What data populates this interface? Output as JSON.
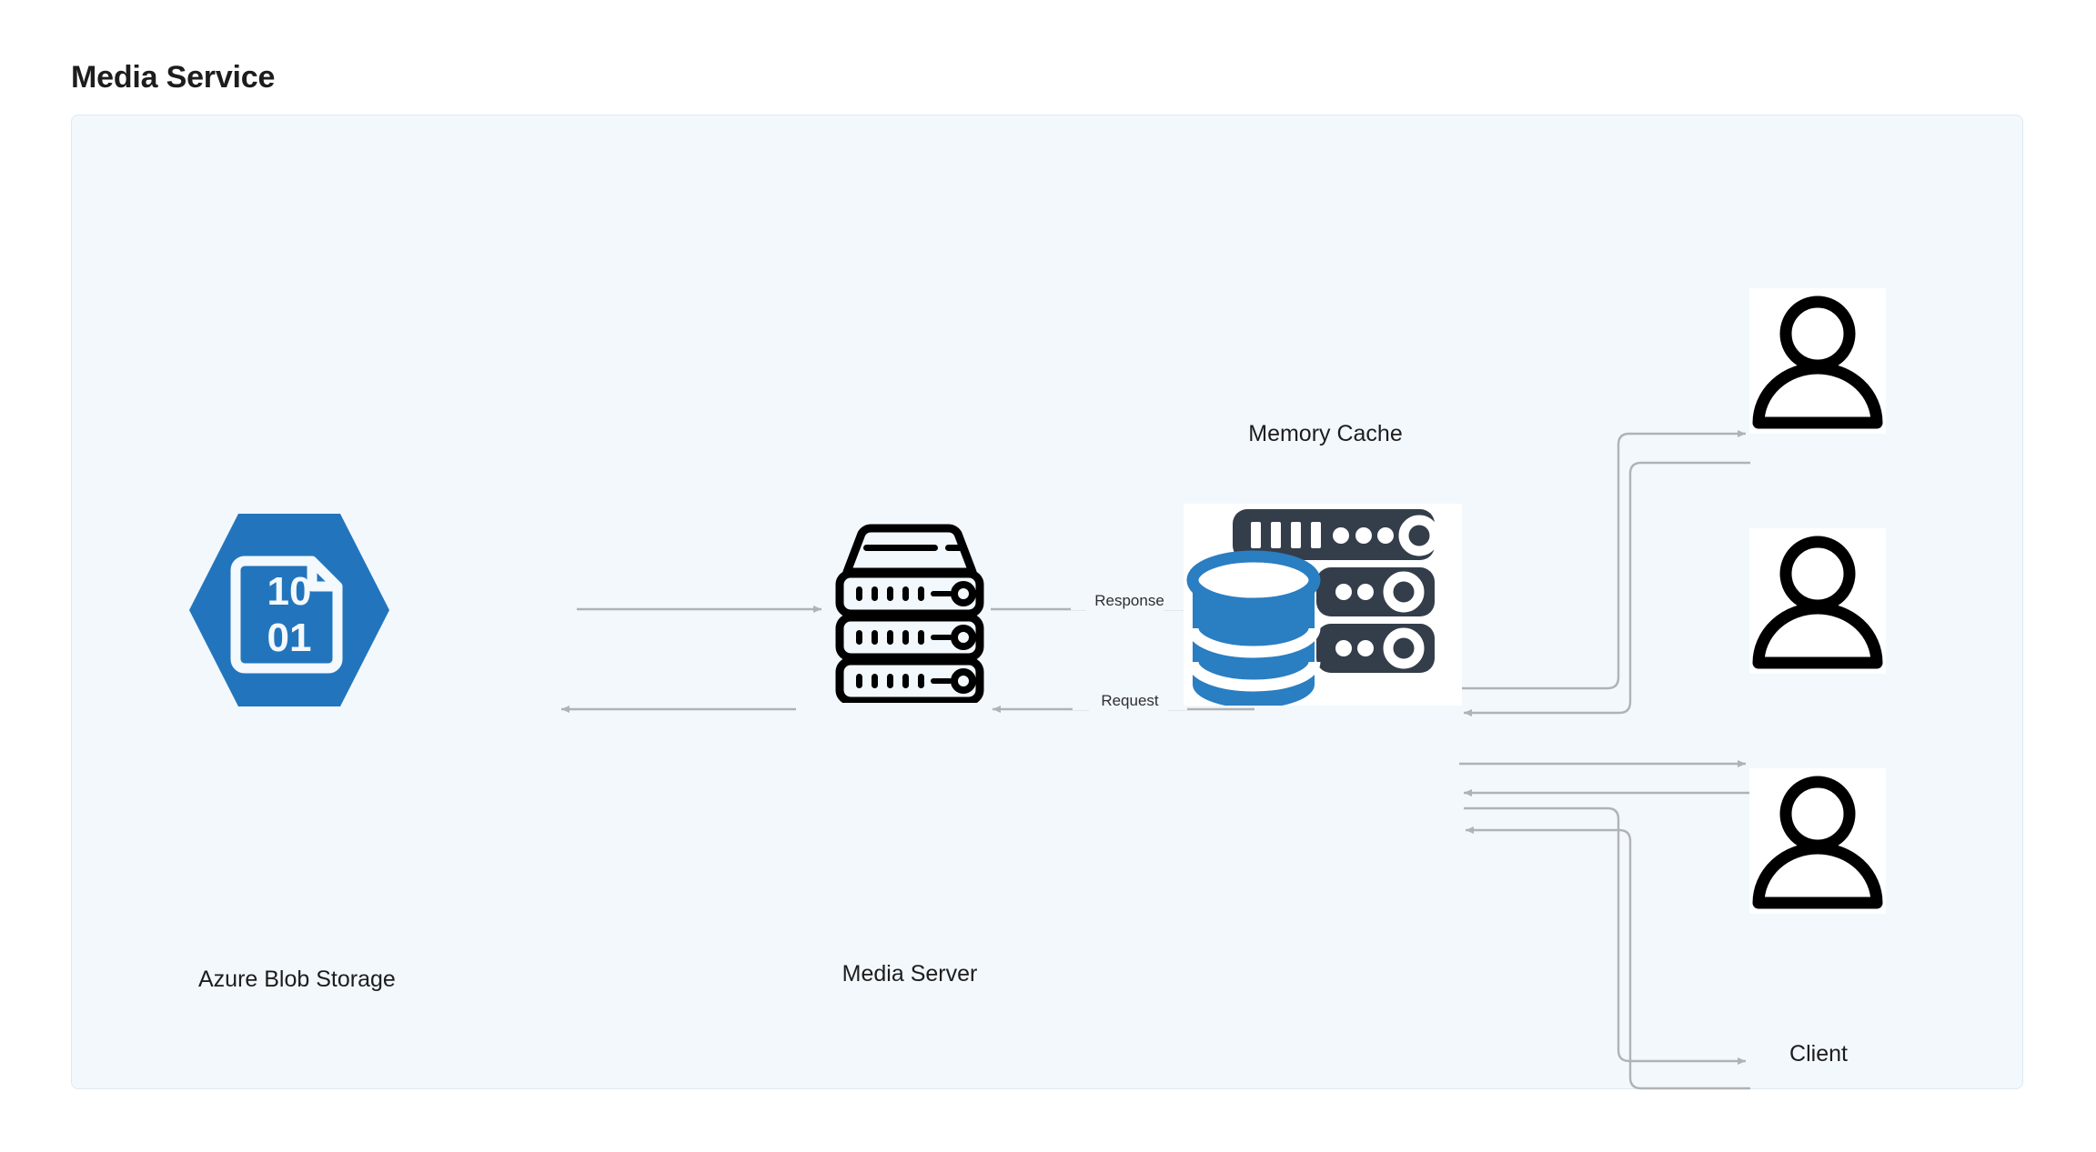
{
  "page": {
    "title": "Media Service",
    "background": "#ffffff"
  },
  "panel": {
    "background": "#f2f8fc",
    "border_color": "#dceaf5"
  },
  "colors": {
    "azure_blue": "#2275bd",
    "cache_blue": "#2a7ec2",
    "cache_dark": "#343d4a",
    "connector_gray": "#b0b3b6",
    "icon_black": "#000000",
    "text": "#1d1d1f"
  },
  "nodes": [
    {
      "id": "azure-blob-storage",
      "label": "Azure Blob Storage",
      "icon": "azure-blob-storage-icon"
    },
    {
      "id": "media-server",
      "label": "Media Server",
      "icon": "server-rack-icon"
    },
    {
      "id": "memory-cache",
      "label": "Memory Cache",
      "icon": "database-cache-icon"
    },
    {
      "id": "client",
      "label": "Client",
      "icon": "user-person-icon"
    }
  ],
  "clients": [
    {
      "id": "client-1",
      "icon": "user-person-icon"
    },
    {
      "id": "client-2",
      "icon": "user-person-icon"
    },
    {
      "id": "client-3",
      "icon": "user-person-icon"
    }
  ],
  "edges": [
    {
      "id": "blob-to-server",
      "from": "azure-blob-storage",
      "to": "media-server",
      "label": "",
      "direction": "right"
    },
    {
      "id": "server-to-blob",
      "from": "media-server",
      "to": "azure-blob-storage",
      "label": "",
      "direction": "left"
    },
    {
      "id": "server-to-cache",
      "from": "media-server",
      "to": "memory-cache",
      "label": "Response",
      "direction": "right"
    },
    {
      "id": "cache-to-server",
      "from": "memory-cache",
      "to": "media-server",
      "label": "Request",
      "direction": "left"
    },
    {
      "id": "cache-to-client-1",
      "from": "memory-cache",
      "to": "client-1",
      "label": "",
      "direction": "right"
    },
    {
      "id": "client-1-to-cache",
      "from": "client-1",
      "to": "memory-cache",
      "label": "",
      "direction": "left"
    },
    {
      "id": "cache-to-client-2",
      "from": "memory-cache",
      "to": "client-2",
      "label": "",
      "direction": "right"
    },
    {
      "id": "client-2-to-cache",
      "from": "client-2",
      "to": "memory-cache",
      "label": "",
      "direction": "left"
    },
    {
      "id": "cache-to-client-3",
      "from": "memory-cache",
      "to": "client-3",
      "label": "",
      "direction": "right"
    },
    {
      "id": "client-3-to-cache",
      "from": "client-3",
      "to": "memory-cache",
      "label": "",
      "direction": "left"
    }
  ],
  "azure_blob_icon": {
    "digits_top": "10",
    "digits_bottom": "01"
  }
}
